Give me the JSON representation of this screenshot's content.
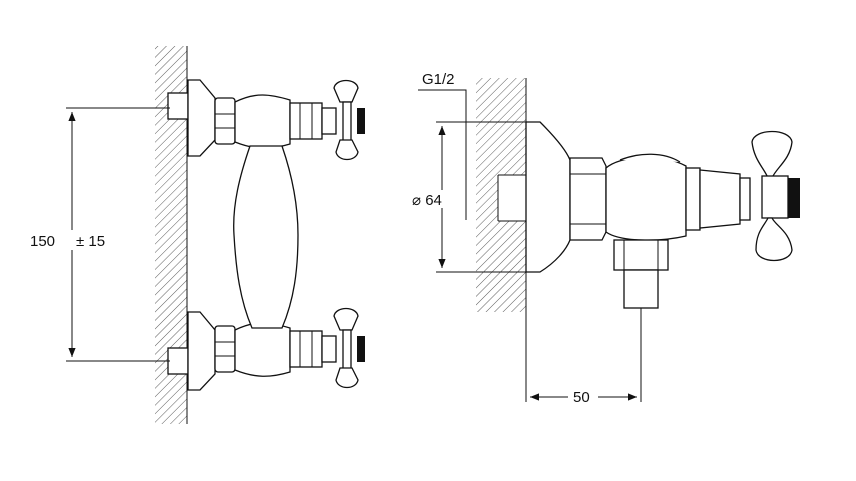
{
  "dimensions": {
    "height_value": "150",
    "height_tolerance": "± 15",
    "diameter": "⌀ 64",
    "thread": "G1/2",
    "depth": "50"
  }
}
